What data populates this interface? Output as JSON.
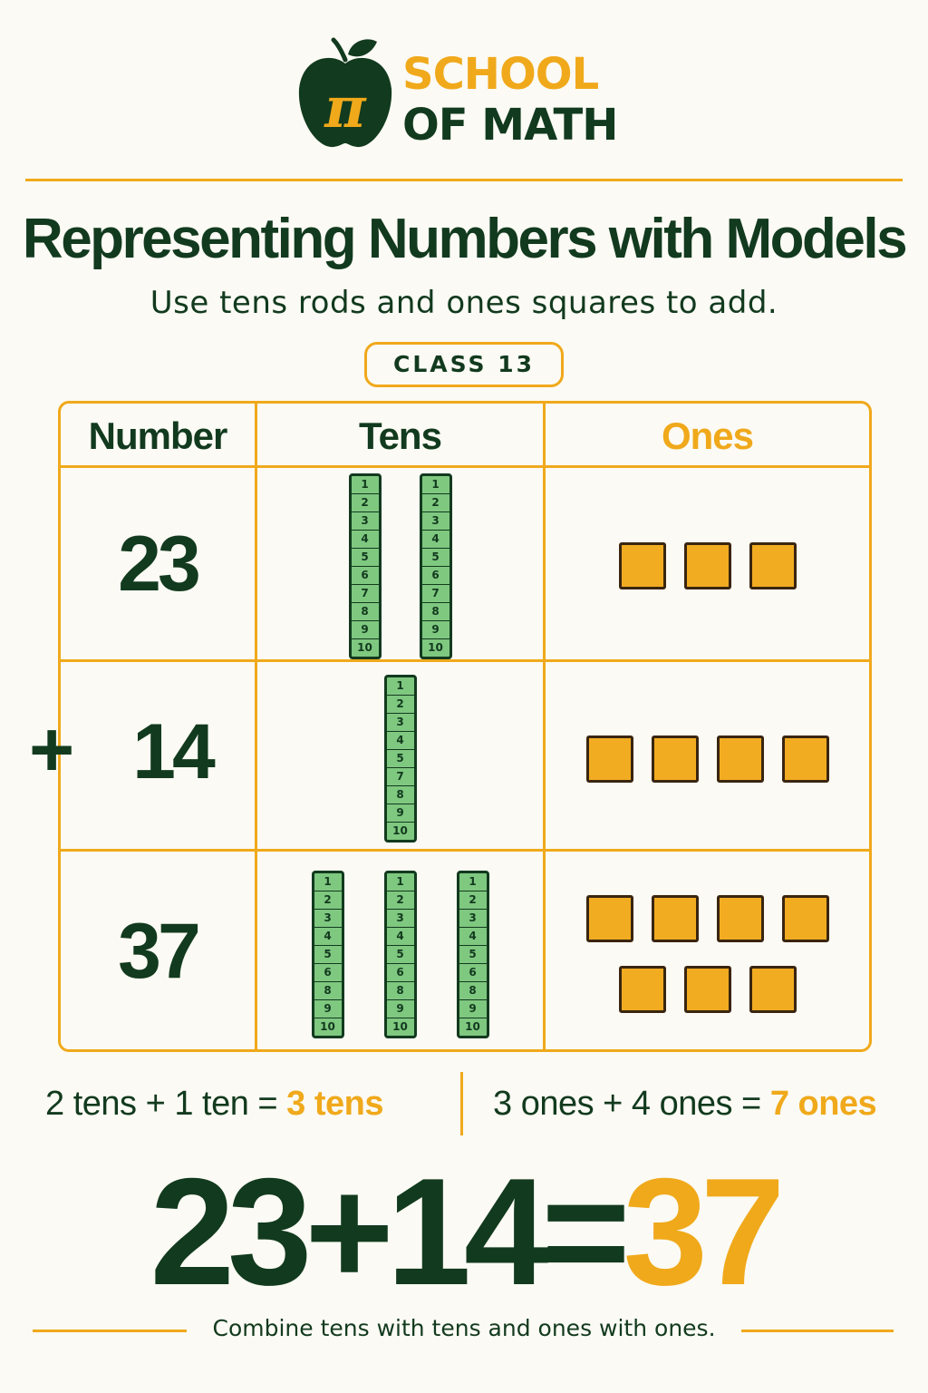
{
  "brand": {
    "line1": "SCHOOL",
    "line2": "OF MATH",
    "logo_symbol": "π",
    "logo_icon": "apple-pi-icon",
    "colors": {
      "primary": "#123a1e",
      "accent": "#f0a91b"
    }
  },
  "title": "Representing Numbers with Models",
  "subtitle": "Use tens rods and ones squares to add.",
  "class_label": "CLASS 13",
  "table": {
    "headers": {
      "number": "Number",
      "tens": "Tens",
      "ones": "Ones"
    },
    "rows": [
      {
        "number": "23",
        "tens_rods": [
          [
            "1",
            "2",
            "3",
            "4",
            "5",
            "6",
            "7",
            "8",
            "9",
            "10"
          ],
          [
            "1",
            "2",
            "3",
            "4",
            "5",
            "6",
            "7",
            "8",
            "9",
            "10"
          ]
        ],
        "ones_count": 3
      },
      {
        "number": "14",
        "operator": "+",
        "tens_rods": [
          [
            "1",
            "2",
            "3",
            "4",
            "5",
            "7",
            "8",
            "9",
            "10"
          ]
        ],
        "ones_count": 4
      },
      {
        "number": "37",
        "tens_rods": [
          [
            "1",
            "2",
            "3",
            "4",
            "5",
            "6",
            "8",
            "9",
            "10"
          ],
          [
            "1",
            "2",
            "3",
            "4",
            "5",
            "6",
            "8",
            "9",
            "10"
          ],
          [
            "1",
            "2",
            "3",
            "4",
            "5",
            "6",
            "8",
            "9",
            "10"
          ]
        ],
        "ones_count": 7
      }
    ]
  },
  "summary": {
    "tens_part": "2 tens + 1 ten = ",
    "tens_result": "3 tens",
    "ones_part": "3 ones + 4 ones = ",
    "ones_result": "7 ones"
  },
  "equation": {
    "left": "23",
    "op1": "+",
    "middle": "14",
    "op2": "=",
    "answer": "37"
  },
  "footer": "Combine tens with tens and ones with ones."
}
